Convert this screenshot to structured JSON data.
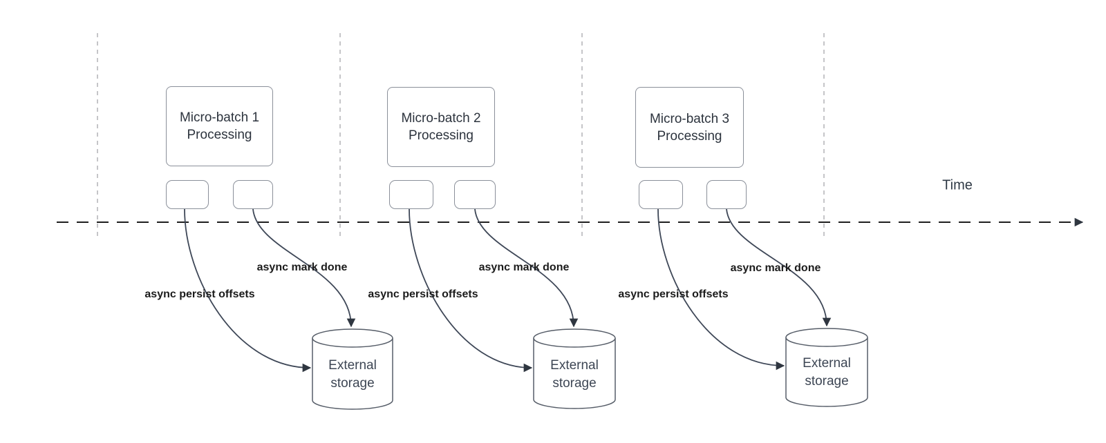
{
  "timeline": {
    "label": "Time"
  },
  "groups": [
    {
      "box_line1": "Micro-batch 1",
      "box_line2": "Processing",
      "persist_arrow_label": "async persist offsets",
      "mark_done_arrow_label": "async mark done",
      "storage_line1": "External",
      "storage_line2": "storage"
    },
    {
      "box_line1": "Micro-batch 2",
      "box_line2": "Processing",
      "persist_arrow_label": "async persist offsets",
      "mark_done_arrow_label": "async mark done",
      "storage_line1": "External",
      "storage_line2": "storage"
    },
    {
      "box_line1": "Micro-batch 3",
      "box_line2": "Processing",
      "persist_arrow_label": "async persist offsets",
      "mark_done_arrow_label": "async mark done",
      "storage_line1": "External",
      "storage_line2": "storage"
    }
  ],
  "colors": {
    "background": "#ffffff",
    "box_border": "#8a8f99",
    "box_text": "#2c333d",
    "boundary_dash_line": "#b2b2b6",
    "timeline_dash_line": "#1e1e1e",
    "curve_stroke": "#3e4757",
    "arrowhead_fill": "#2f3640",
    "cylinder_border": "#565d68",
    "bold_label_text": "#1b1b1b"
  }
}
